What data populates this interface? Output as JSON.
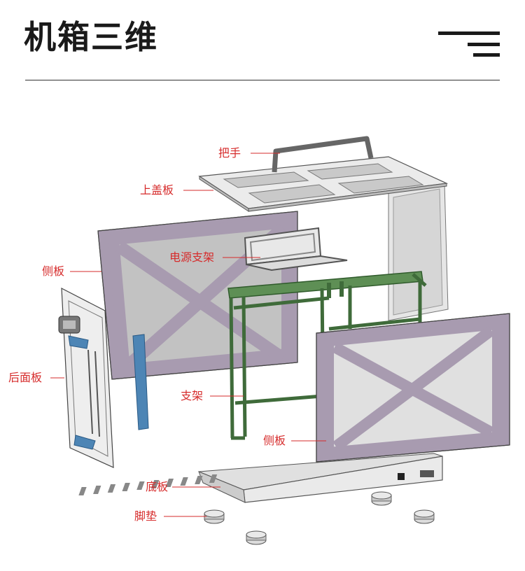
{
  "title": "机箱三维",
  "colors": {
    "label": "#d62b2b",
    "panel": "#a89bb0",
    "frame_green": "#3f6b3a",
    "metal": "#c8c8c8"
  },
  "labels": {
    "handle": "把手",
    "top_cover": "上盖板",
    "power_bracket": "电源支架",
    "side_panel_left": "侧板",
    "rear_panel": "后面板",
    "bracket": "支架",
    "side_panel_right": "侧板",
    "bottom_plate": "底板",
    "foot_pad": "脚垫"
  }
}
